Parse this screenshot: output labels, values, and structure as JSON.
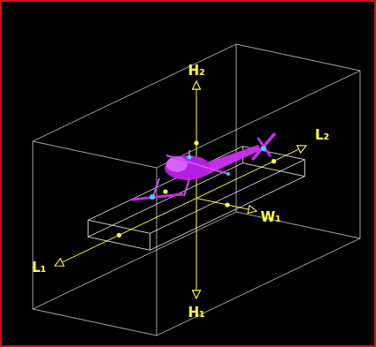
{
  "diagram": {
    "labels": [
      "H₂",
      "L₂",
      "L₁",
      "H₁",
      "W₁"
    ]
  }
}
